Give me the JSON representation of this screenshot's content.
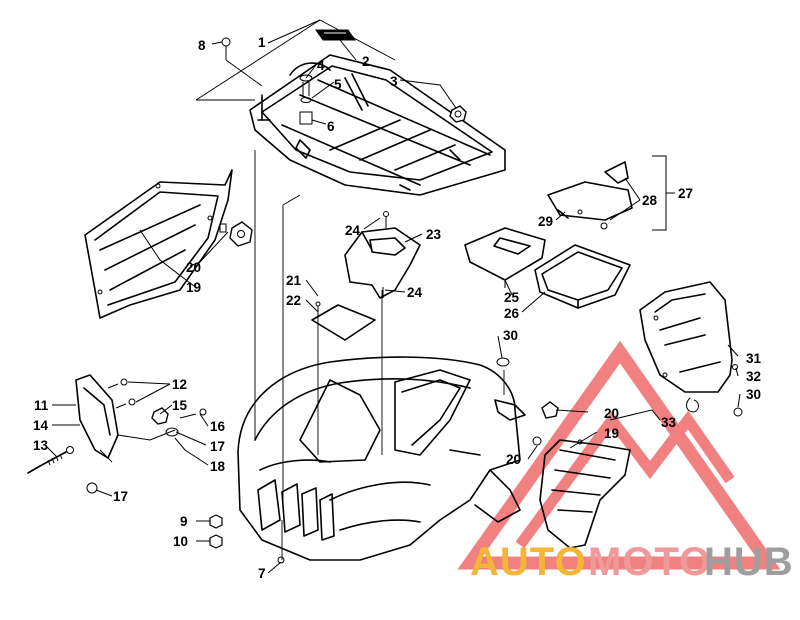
{
  "diagram": {
    "callouts": [
      {
        "id": "c1",
        "text": "1"
      },
      {
        "id": "c2",
        "text": "2"
      },
      {
        "id": "c3",
        "text": "3"
      },
      {
        "id": "c4",
        "text": "4"
      },
      {
        "id": "c5",
        "text": "5"
      },
      {
        "id": "c6",
        "text": "6"
      },
      {
        "id": "c7",
        "text": "7"
      },
      {
        "id": "c8",
        "text": "8"
      },
      {
        "id": "c9",
        "text": "9"
      },
      {
        "id": "c10",
        "text": "10"
      },
      {
        "id": "c11",
        "text": "11"
      },
      {
        "id": "c12",
        "text": "12"
      },
      {
        "id": "c13",
        "text": "13"
      },
      {
        "id": "c14",
        "text": "14"
      },
      {
        "id": "c15",
        "text": "15"
      },
      {
        "id": "c16",
        "text": "16"
      },
      {
        "id": "c17a",
        "text": "17"
      },
      {
        "id": "c17b",
        "text": "17"
      },
      {
        "id": "c18",
        "text": "18"
      },
      {
        "id": "c19a",
        "text": "19"
      },
      {
        "id": "c19b",
        "text": "19"
      },
      {
        "id": "c20a",
        "text": "20"
      },
      {
        "id": "c20b",
        "text": "20"
      },
      {
        "id": "c20c",
        "text": "20"
      },
      {
        "id": "c21",
        "text": "21"
      },
      {
        "id": "c22",
        "text": "22"
      },
      {
        "id": "c23",
        "text": "23"
      },
      {
        "id": "c24a",
        "text": "24"
      },
      {
        "id": "c24b",
        "text": "24"
      },
      {
        "id": "c25",
        "text": "25"
      },
      {
        "id": "c26",
        "text": "26"
      },
      {
        "id": "c27",
        "text": "27"
      },
      {
        "id": "c28",
        "text": "28"
      },
      {
        "id": "c29",
        "text": "29"
      },
      {
        "id": "c30a",
        "text": "30"
      },
      {
        "id": "c30b",
        "text": "30"
      },
      {
        "id": "c31",
        "text": "31"
      },
      {
        "id": "c32",
        "text": "32"
      },
      {
        "id": "c33",
        "text": "33"
      }
    ]
  },
  "watermark": {
    "word_1": "AUTO",
    "word_2": "MOTO",
    "word_3": "HUB",
    "color_1": "#f3b636",
    "color_2": "#ef9a9a",
    "color_3": "#9e9e9e",
    "triangle_color": "#ef6b6b"
  }
}
